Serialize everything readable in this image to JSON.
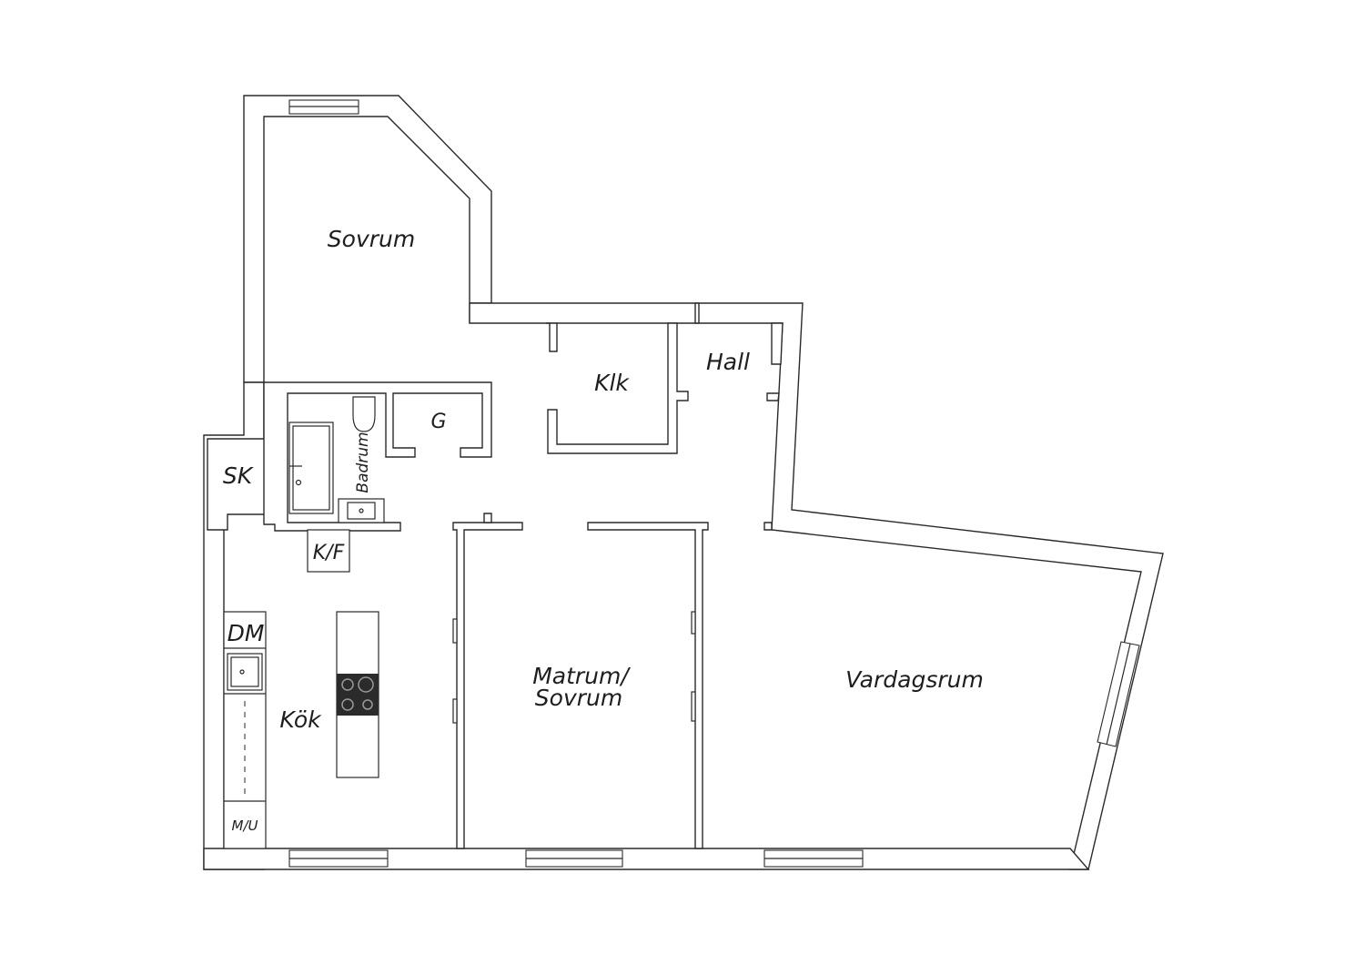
{
  "rooms": {
    "sovrum": "Sovrum",
    "klk": "Klk",
    "hall": "Hall",
    "g": "G",
    "badrum": "Badrum",
    "sk": "SK",
    "kf": "K/F",
    "dm": "DM",
    "kok": "Kök",
    "mu": "M/U",
    "matrum_line1": "Matrum/",
    "matrum_line2": "Sovrum",
    "vardagsrum": "Vardagsrum"
  },
  "colors": {
    "line": "#2a2a2a",
    "background": "#ffffff",
    "cooktop": "#2b2b2b"
  }
}
